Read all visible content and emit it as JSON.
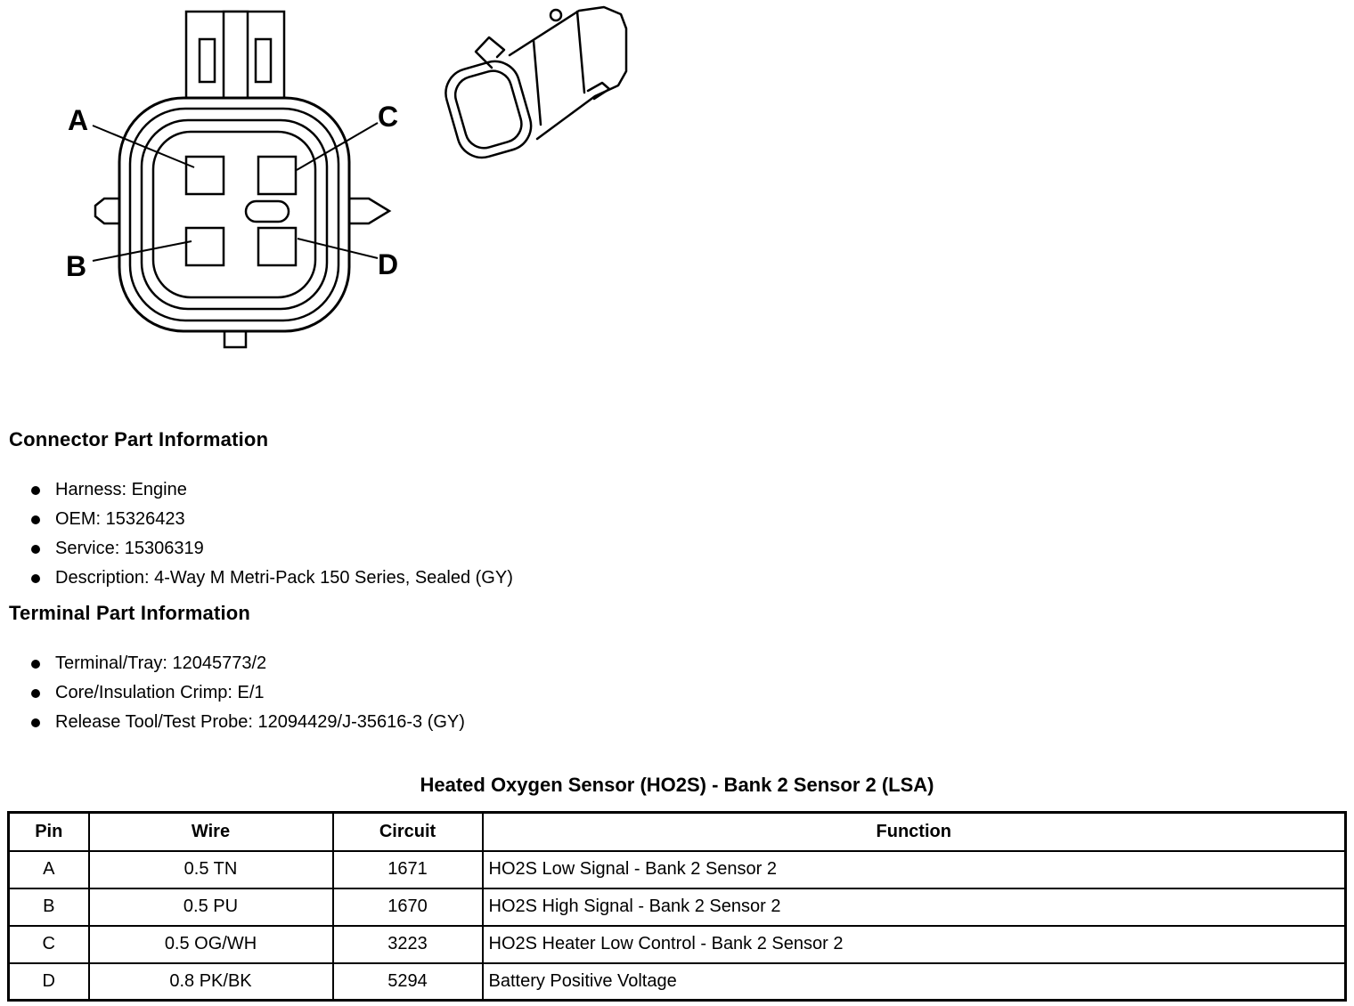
{
  "diagram": {
    "pin_labels": {
      "top_left": "A",
      "top_right": "C",
      "bottom_left": "B",
      "bottom_right": "D"
    }
  },
  "connector_info": {
    "title": "Connector Part Information",
    "items": [
      "Harness: Engine",
      "OEM: 15326423",
      "Service: 15306319",
      "Description: 4-Way M Metri-Pack 150 Series, Sealed (GY)"
    ]
  },
  "terminal_info": {
    "title": "Terminal Part Information",
    "items": [
      "Terminal/Tray: 12045773/2",
      "Core/Insulation Crimp: E/1",
      "Release Tool/Test Probe: 12094429/J-35616-3 (GY)"
    ]
  },
  "pinout": {
    "title": "Heated Oxygen Sensor (HO2S) - Bank 2 Sensor 2 (LSA)",
    "headers": [
      "Pin",
      "Wire",
      "Circuit",
      "Function"
    ],
    "rows": [
      [
        "A",
        "0.5 TN",
        "1671",
        "HO2S Low Signal - Bank 2 Sensor 2"
      ],
      [
        "B",
        "0.5 PU",
        "1670",
        "HO2S High Signal - Bank 2 Sensor 2"
      ],
      [
        "C",
        "0.5 OG/WH",
        "3223",
        "HO2S Heater Low Control - Bank 2 Sensor 2"
      ],
      [
        "D",
        "0.8 PK/BK",
        "5294",
        "Battery Positive Voltage"
      ]
    ]
  },
  "colors": {
    "ink": "#000000",
    "paper": "#ffffff"
  }
}
